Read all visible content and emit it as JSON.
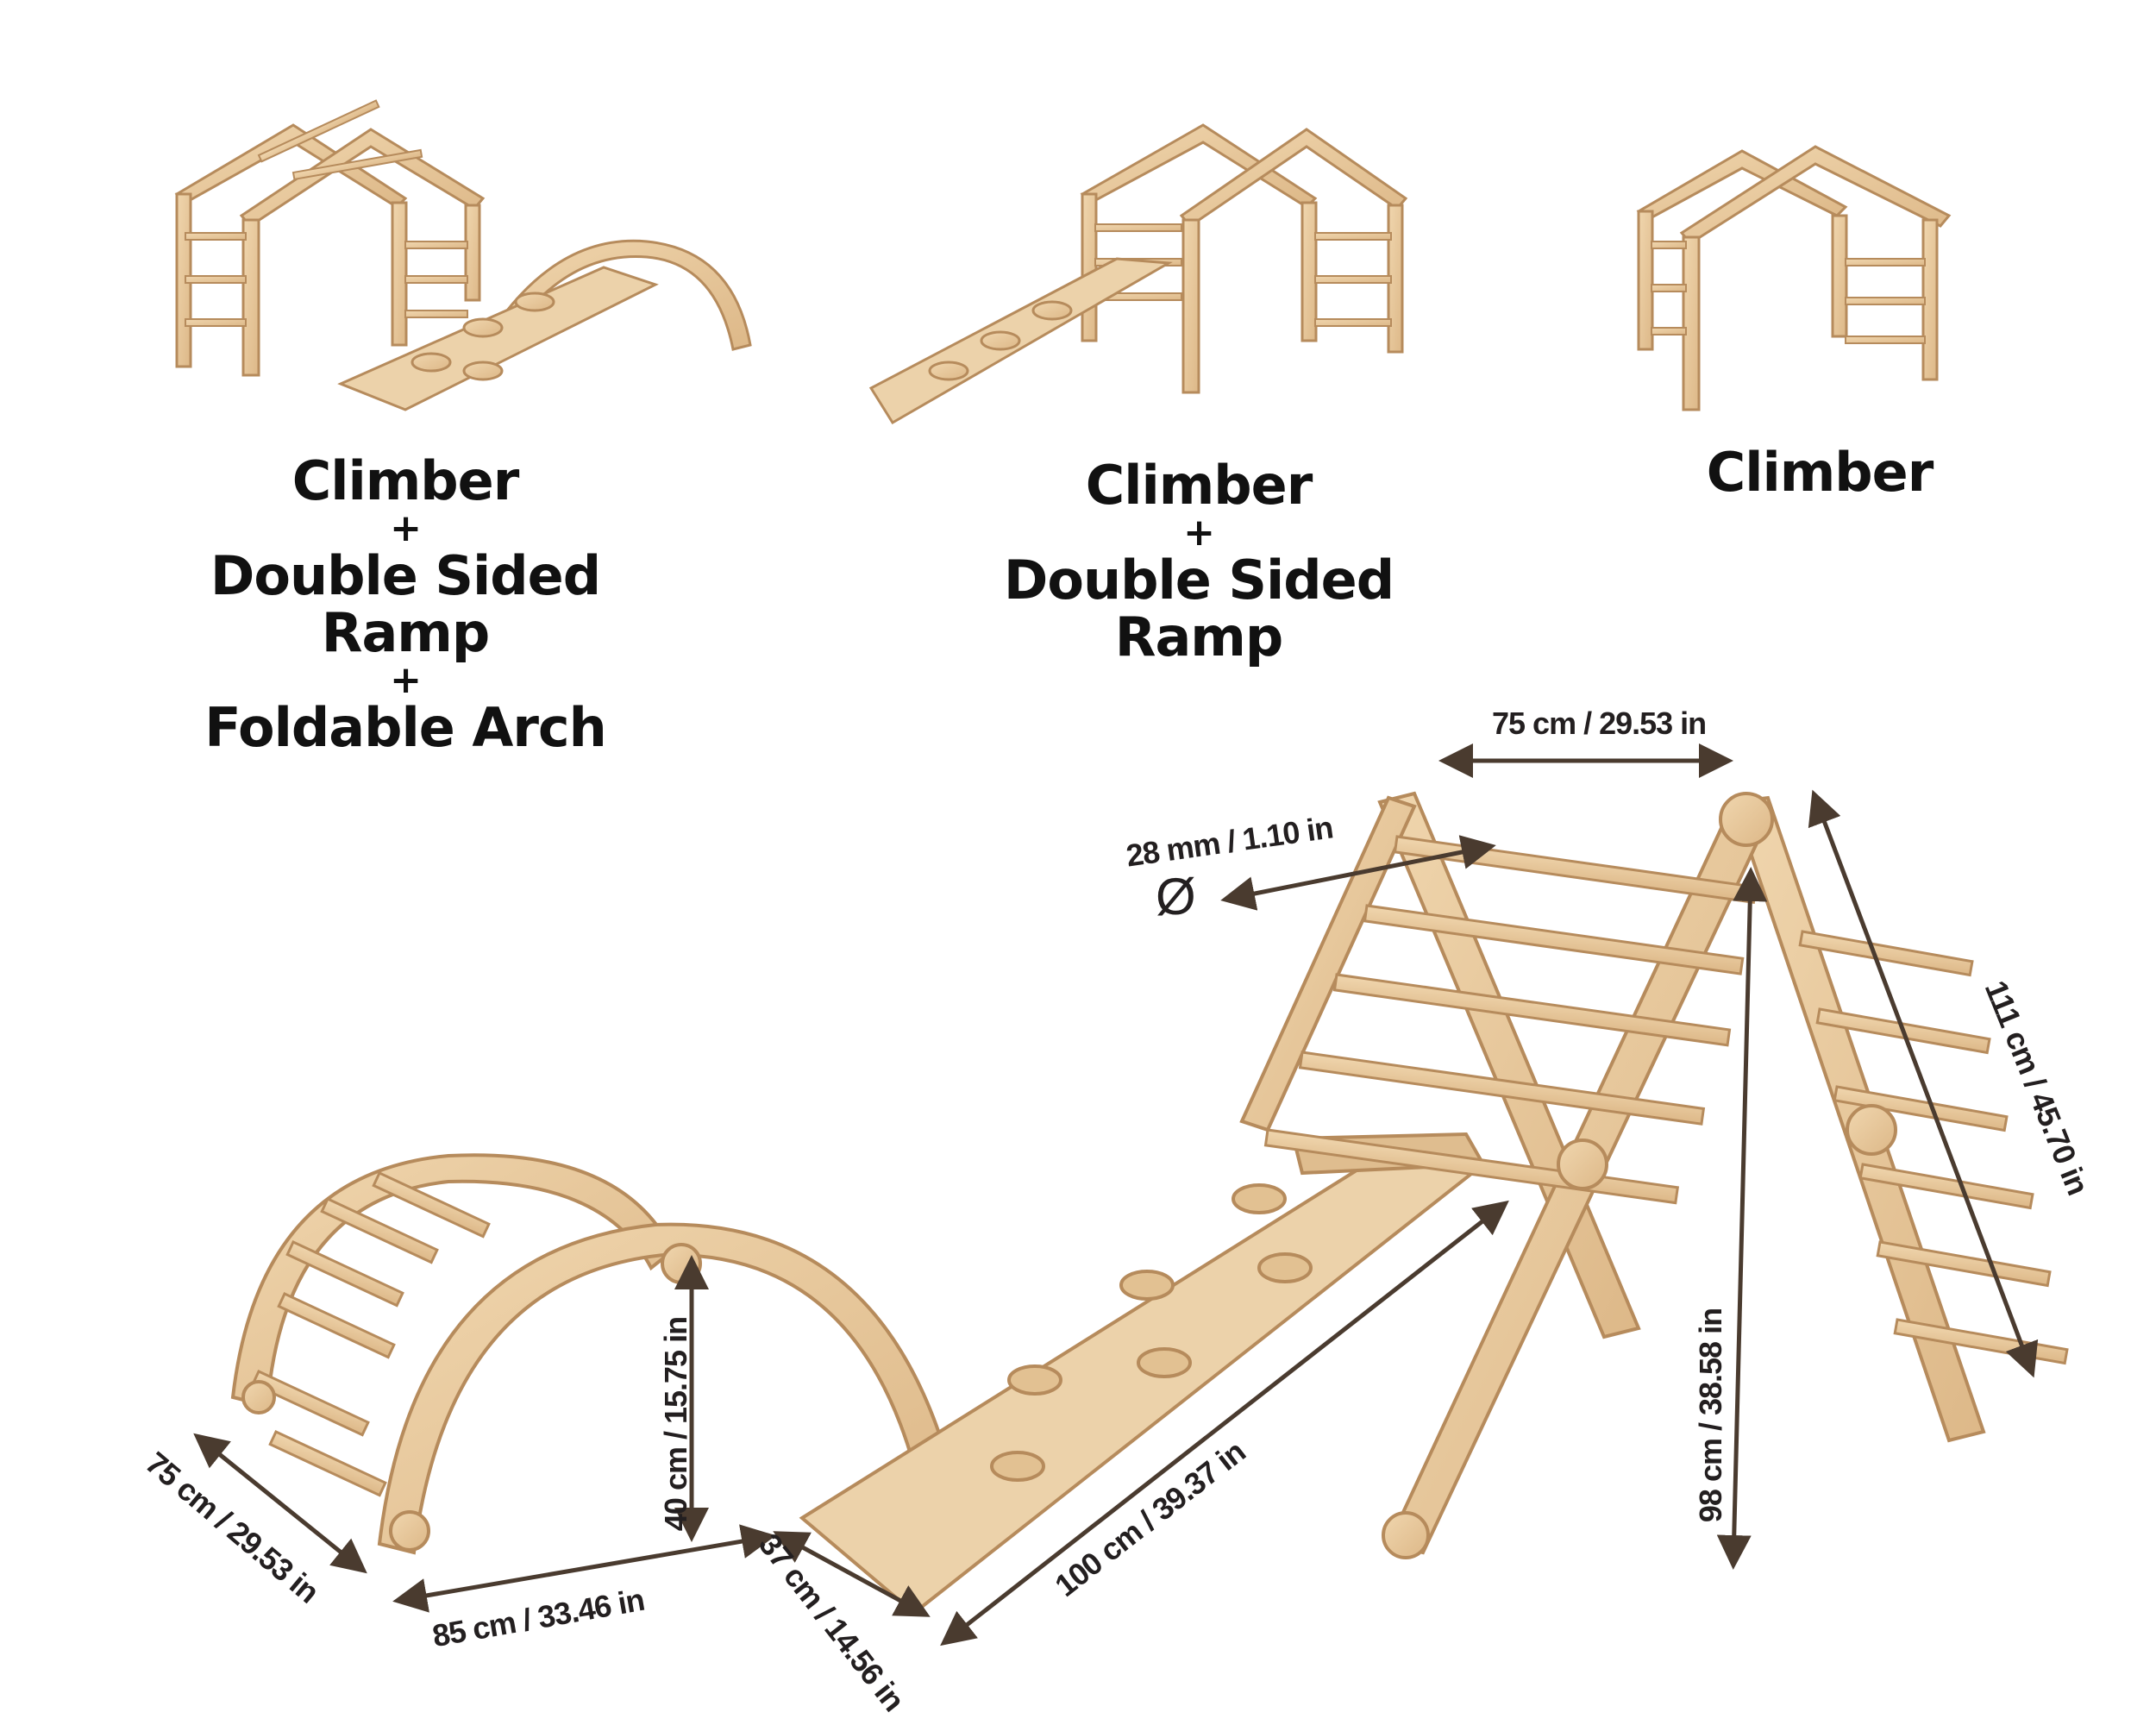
{
  "colors": {
    "wood": "#e8c99e",
    "wood_dark": "#c9a476",
    "wood_edge": "#b68b5c",
    "arrow": "#4a3b2f",
    "text": "#231f20"
  },
  "products": [
    {
      "lines": [
        "Climber",
        "+",
        "Double Sided Ramp",
        "+",
        "Foldable Arch"
      ]
    },
    {
      "lines": [
        "Climber",
        "+",
        "Double Sided Ramp"
      ]
    },
    {
      "lines": [
        "Climber"
      ]
    }
  ],
  "dimensions": {
    "top_width": "75 cm / 29.53 in",
    "rung_diameter": "28 mm / 1.10 in",
    "diameter_symbol": "Ø",
    "side_length": "111 cm / 45.70 in",
    "height": "98 cm / 38.58 in",
    "ramp_length": "100 cm / 39.37 in",
    "ramp_width": "37 cm / 14.56 in",
    "arch_length": "85 cm / 33.46 in",
    "arch_width": "75 cm / 29.53 in",
    "arch_height": "40 cm / 15.75 in"
  }
}
